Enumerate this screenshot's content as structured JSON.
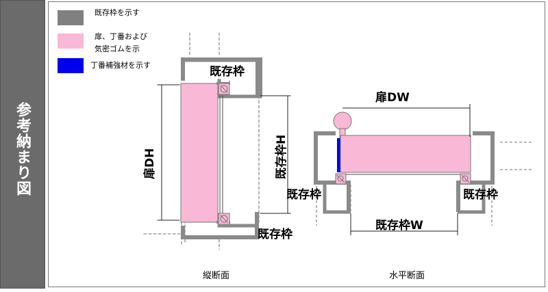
{
  "side_title": "参考納まり図",
  "legend": {
    "items": [
      {
        "swatch": "#808080",
        "label": "既存枠を示す"
      },
      {
        "swatch": "#f9b8d6",
        "label": "扉、丁番および"
      },
      {
        "swatch": "",
        "label": "気密ゴムを示"
      },
      {
        "swatch": "#0000ee",
        "label": "丁番補強材を示す"
      }
    ]
  },
  "vertical_section": {
    "caption": "縦断面",
    "frame_label_top": "既存枠",
    "frame_label_bottom": "既存枠",
    "door_dim": "扉DH",
    "frame_dim": "既存枠H"
  },
  "horizontal_section": {
    "caption": "水平断面",
    "frame_label_left": "既存枠",
    "frame_label_right": "既存枠",
    "door_dim": "扉DW",
    "frame_dim": "既存枠W"
  },
  "colors": {
    "frame": "#8a8a8a",
    "door": "#f9b8d6",
    "reinforcement": "#0000ee",
    "side_bg": "#6b6b6b"
  }
}
